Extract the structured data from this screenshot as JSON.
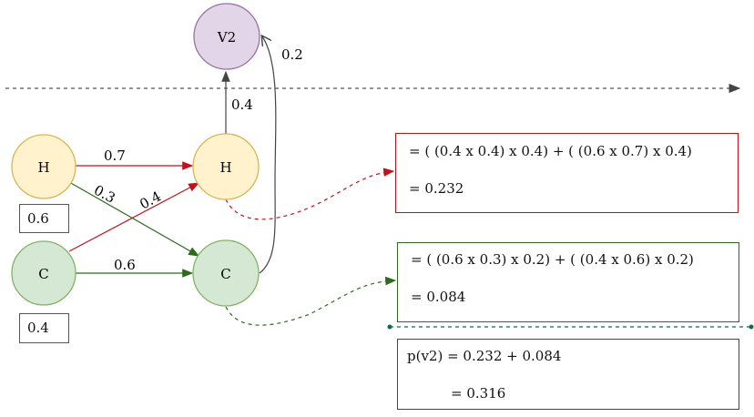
{
  "nodes": {
    "v2": "V2",
    "h_left": "H",
    "c_left": "C",
    "h_right": "H",
    "c_right": "C"
  },
  "priors": {
    "h": "0.6",
    "c": "0.4"
  },
  "edge_labels": {
    "h_to_h": "0.7",
    "h_to_c": "0.3",
    "c_to_h": "0.4",
    "c_to_c": "0.6",
    "h_to_v2": "0.4",
    "c_to_v2": "0.2"
  },
  "boxes": {
    "h_calc": {
      "line1": "= ( (0.4 x 0.4) x 0.4) + ( (0.6 x 0.7) x 0.4)",
      "line2": "= 0.232"
    },
    "c_calc": {
      "line1": "= ( (0.6 x 0.3) x 0.2) + ( (0.4 x 0.6) x 0.2)",
      "line2": "= 0.084"
    },
    "total": {
      "line1": "p(v2) = 0.232 + 0.084",
      "line2": "= 0.316"
    }
  },
  "colors": {
    "yellow_fill": "#fff2cc",
    "yellow_stroke": "#d6b656",
    "green_fill": "#d5e8d4",
    "green_stroke": "#82b366",
    "purple_fill": "#e1d5e7",
    "purple_stroke": "#9673a6",
    "red": "#c0121b",
    "dark_green": "#2d6a1e",
    "gray": "#555555",
    "teal": "#0d6b50"
  }
}
